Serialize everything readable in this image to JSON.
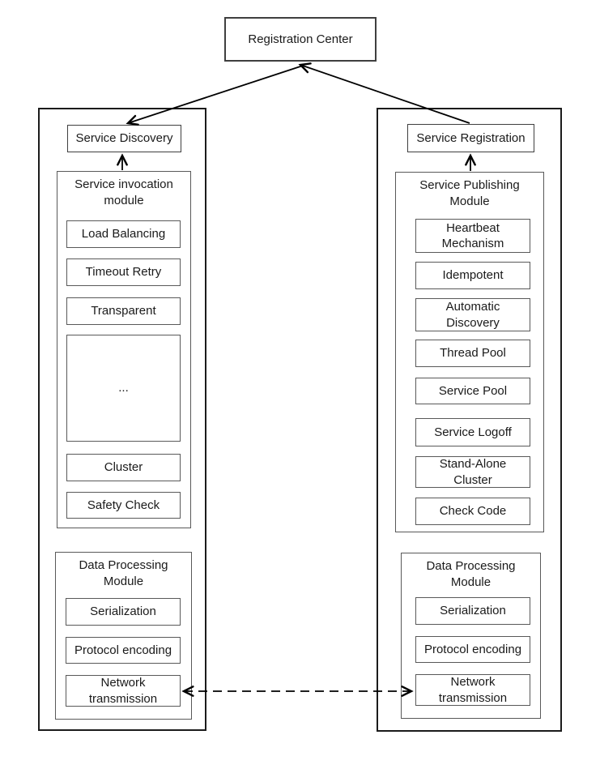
{
  "diagram_type": "architecture-flow",
  "colors": {
    "background": "#ffffff",
    "outer_border": "#1b1b1b",
    "box_border": "#595959",
    "text": "#1a1a1a",
    "arrow": "#000000"
  },
  "nodes": {
    "registration_center": "Registration Center",
    "left": {
      "header": "Service Discovery",
      "module": {
        "title": "Service invocation module",
        "items": [
          "Load Balancing",
          "Timeout Retry",
          "Transparent",
          "...",
          "Cluster",
          "Safety Check"
        ]
      },
      "data_processing": {
        "title": "Data Processing Module",
        "items": [
          "Serialization",
          "Protocol encoding",
          "Network transmission"
        ]
      }
    },
    "right": {
      "header": "Service Registration",
      "module": {
        "title": "Service Publishing Module",
        "items": [
          "Heartbeat Mechanism",
          "Idempotent",
          "Automatic Discovery",
          "Thread Pool",
          "Service Pool",
          "Service Logoff",
          "Stand-Alone Cluster",
          "Check Code"
        ]
      },
      "data_processing": {
        "title": "Data Processing Module",
        "items": [
          "Serialization",
          "Protocol encoding",
          "Network transmission"
        ]
      }
    }
  },
  "edges": [
    {
      "from": "registration-center",
      "to": "service-discovery",
      "style": "solid",
      "arrowhead": "to"
    },
    {
      "from": "service-registration",
      "to": "registration-center",
      "style": "solid",
      "arrowhead": "to"
    },
    {
      "from": "service-invocation-module",
      "to": "service-discovery",
      "style": "solid",
      "arrowhead": "to"
    },
    {
      "from": "service-publishing-module",
      "to": "service-registration",
      "style": "solid",
      "arrowhead": "to"
    },
    {
      "from": "network-transmission-left",
      "to": "network-transmission-right",
      "style": "dashed",
      "arrowhead": "both"
    }
  ]
}
